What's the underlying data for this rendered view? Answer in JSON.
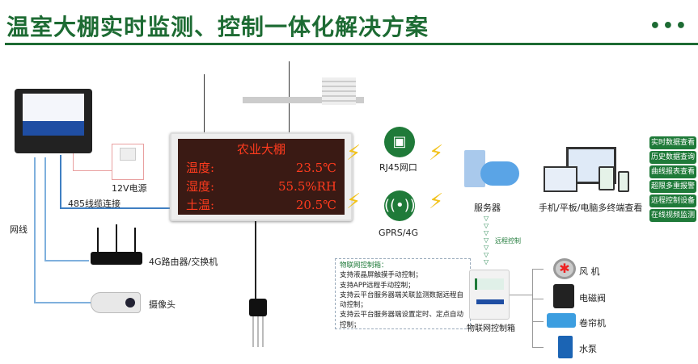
{
  "title": "温室大棚实时监测、控制一体化解决方案",
  "menu_dots": "•••",
  "led": {
    "title": "农业大棚",
    "rows": [
      {
        "k": "温度:",
        "v": "23.5℃"
      },
      {
        "k": "湿度:",
        "v": "55.5%RH"
      },
      {
        "k": "土温:",
        "v": "20.5℃"
      }
    ]
  },
  "labels": {
    "power": "12V电源",
    "rs485": "485线缆连接",
    "network_cable": "网线",
    "router": "4G路由器/交换机",
    "camera": "摄像头",
    "rj45": "RJ45网口",
    "gprs": "GPRS/4G",
    "server": "服务器",
    "terminals": "手机/平板/电脑多终端查看",
    "remote_control": "远程控制",
    "iot_box": "物联网控制箱"
  },
  "features": [
    "实时数据查看",
    "历史数据查询",
    "曲线报表查看",
    "超限多重报警",
    "远程控制设备",
    "在线视频监测"
  ],
  "iot_desc": {
    "heading": "物联网控制箱：",
    "lines": [
      "支持液晶屏触摸手动控制；",
      "支持APP远程手动控制；",
      "支持云平台服务器端关联监测数据远程自动控制；",
      "支持云平台服务器端设置定时、定点自动控制；"
    ]
  },
  "devices": [
    "风 机",
    "电磁阀",
    "卷帘机",
    "水泵"
  ],
  "colors": {
    "brand": "#1d6b33",
    "led_text": "#ff3b1e",
    "cable": "#3f7fc2"
  }
}
